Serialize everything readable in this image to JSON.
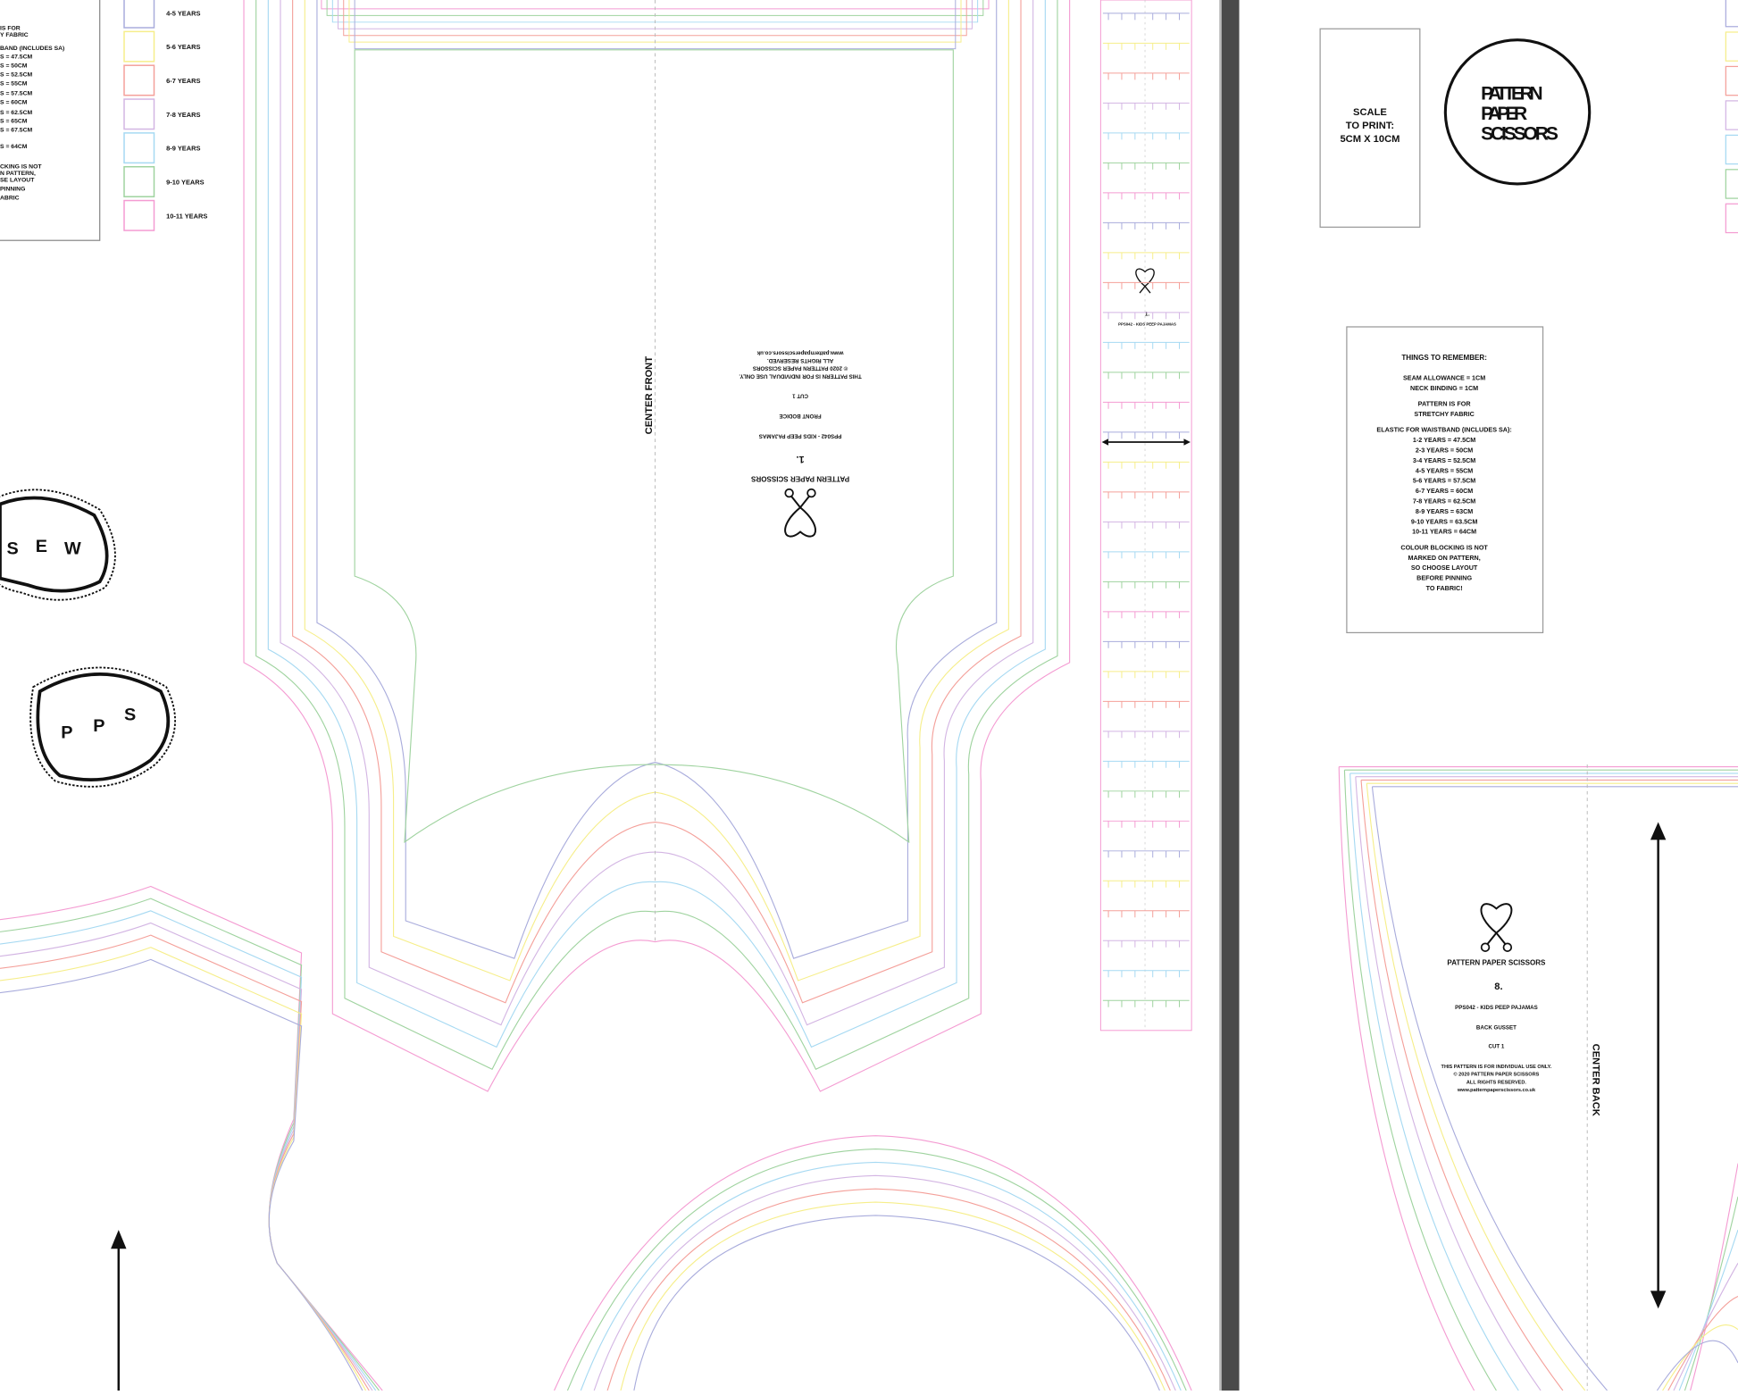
{
  "legend": {
    "partial_lines": [
      "IS FOR",
      "Y FABRIC",
      "BAND (INCLUDES SA)",
      "S = 47.5CM",
      "S = 50CM",
      "S = 52.5CM",
      "S = 55CM",
      "S = 57.5CM",
      "S = 60CM",
      "S = 62.5CM",
      "S = 65CM",
      "S = 67.5CM",
      "S = 64CM",
      "CKING IS NOT",
      "N PATTERN,",
      "SE LAYOUT",
      "PINNING",
      "ABRIC"
    ],
    "sizes": [
      {
        "label": "4-5 YEARS",
        "color": "#a9acdc"
      },
      {
        "label": "5-6 YEARS",
        "color": "#f6ee8a"
      },
      {
        "label": "6-7 YEARS",
        "color": "#f4a09a"
      },
      {
        "label": "7-8 YEARS",
        "color": "#d3b5e3"
      },
      {
        "label": "8-9 YEARS",
        "color": "#a6d9f2"
      },
      {
        "label": "9-10 YEARS",
        "color": "#9fd39f"
      },
      {
        "label": "10-11 YEARS",
        "color": "#f49bd2"
      }
    ]
  },
  "front_bodice": {
    "brand": "PATTERN PAPER SCISSORS",
    "number": "1.",
    "title": "PPS042 - KIDS PEEP PAJAMAS",
    "piece": "FRONT BODICE",
    "cut": "CUT 1",
    "notice": [
      "THIS PATTERN IS FOR INDIVIDUAL USE ONLY.",
      "© 2020 PATTERN PAPER SCISSORS",
      "ALL RIGHTS RESERVED.",
      "www.patternpaperscissors.co.uk"
    ],
    "center_label": "CENTER FRONT"
  },
  "stickers": {
    "sew": [
      "S",
      "E",
      "W"
    ],
    "pps": [
      "P",
      "P",
      "S"
    ]
  },
  "strip_label": {
    "number": "1.",
    "title": "PPS042 - KIDS PEEP PAJAMAS"
  },
  "scale_box": {
    "lines": [
      "SCALE",
      "TO PRINT:",
      "5CM X 10CM"
    ]
  },
  "logo": {
    "lines": [
      "PATTERN",
      "PAPER",
      "SCISSORS"
    ]
  },
  "reminders": {
    "title": "THINGS TO REMEMBER:",
    "lines": [
      "SEAM ALLOWANCE = 1CM",
      "NECK BINDING = 1CM",
      "",
      "PATTERN IS FOR",
      "STRETCHY FABRIC",
      "",
      "ELASTIC FOR WAISTBAND (INCLUDES SA):",
      "1-2 YEARS = 47.5CM",
      "2-3 YEARS = 50CM",
      "3-4 YEARS = 52.5CM",
      "4-5 YEARS = 55CM",
      "5-6 YEARS = 57.5CM",
      "6-7 YEARS = 60CM",
      "7-8 YEARS = 62.5CM",
      "8-9 YEARS = 63CM",
      "9-10 YEARS = 63.5CM",
      "10-11 YEARS = 64CM",
      "",
      "COLOUR BLOCKING IS NOT",
      "MARKED ON PATTERN,",
      "SO CHOOSE LAYOUT",
      "BEFORE PINNING",
      "TO FABRIC!"
    ]
  },
  "back_gusset": {
    "brand": "PATTERN PAPER SCISSORS",
    "number": "8.",
    "title": "PPS042 - KIDS PEEP PAJAMAS",
    "piece": "BACK GUSSET",
    "cut": "CUT 1",
    "notice": [
      "THIS PATTERN IS FOR INDIVIDUAL USE ONLY.",
      "© 2020 PATTERN PAPER SCISSORS",
      "ALL RIGHTS RESERVED.",
      "www.patternpaperscissors.co.uk"
    ],
    "center_label": "CENTER BACK"
  },
  "colors": {
    "divider": "#4a4a4a",
    "box_border": "#999999"
  }
}
